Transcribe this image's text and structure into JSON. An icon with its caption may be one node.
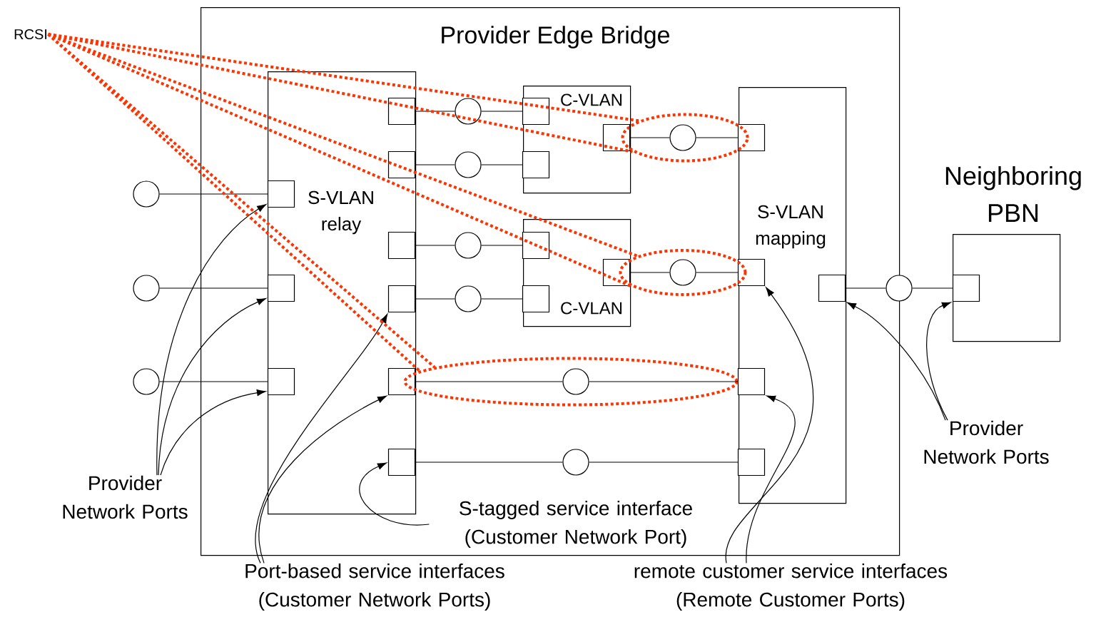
{
  "diagram": {
    "nodes": [
      {
        "text": [
          "Provider Edge Bridge"
        ]
      },
      {
        "text": [
          "S-VLAN relay"
        ],
        "in": 0
      },
      {
        "text": [
          "C-VLAN"
        ],
        "in": 0
      },
      {
        "text": [
          "C-VLAN"
        ],
        "in": 0
      },
      {
        "text": [
          "S-VLAN mapping"
        ],
        "in": 0
      },
      {
        "text": [
          "Neighboring PBN"
        ]
      },
      {
        "text": [
          "RCSI"
        ]
      },
      {
        "text": [
          "Provider Network Ports"
        ]
      },
      {
        "text": [
          "Port-based service interfaces (Customer Network Ports)"
        ]
      },
      {
        "text": [
          "S-tagged service interface (Customer Network Port)"
        ],
        "in": 0
      },
      {
        "text": [
          "remote customer service interfaces (Remote Customer Ports)"
        ]
      },
      {
        "text": [
          "Provider Network Ports"
        ]
      },
      {
        "text": [],
        "shape": "ellipse",
        "in": 0
      },
      {
        "text": [],
        "shape": "ellipse",
        "in": 0
      },
      {
        "text": [],
        "shape": "ellipse",
        "in": 0
      },
      {
        "text": [],
        "shape": "circle"
      },
      {
        "text": [],
        "shape": "circle"
      },
      {
        "text": [],
        "shape": "circle"
      },
      {
        "text": [],
        "shape": "box",
        "in": 1
      },
      {
        "text": [],
        "shape": "box",
        "in": 1
      },
      {
        "text": [],
        "shape": "box",
        "in": 1
      },
      {
        "text": [],
        "shape": "box",
        "in": 1
      },
      {
        "text": [],
        "shape": "box",
        "in": 1
      },
      {
        "text": [],
        "shape": "box",
        "in": 1
      },
      {
        "text": [],
        "shape": "box",
        "in": 1
      },
      {
        "text": [],
        "shape": "box",
        "in": 1
      },
      {
        "text": [],
        "shape": "box",
        "in": 1
      },
      {
        "text": [],
        "shape": "circle",
        "in": 0
      },
      {
        "text": [],
        "shape": "circle",
        "in": 0
      },
      {
        "text": [],
        "shape": "circle",
        "in": 0
      },
      {
        "text": [],
        "shape": "circle",
        "in": 0
      },
      {
        "text": [],
        "shape": "circle",
        "in": 14
      },
      {
        "text": [],
        "shape": "circle",
        "in": 0
      },
      {
        "text": [],
        "shape": "box",
        "in": 2
      },
      {
        "text": [],
        "shape": "box",
        "in": 2
      },
      {
        "text": [],
        "shape": "box",
        "in": 2
      },
      {
        "text": [],
        "shape": "box",
        "in": 3
      },
      {
        "text": [],
        "shape": "box",
        "in": 3
      },
      {
        "text": [],
        "shape": "box",
        "in": 3
      },
      {
        "text": [],
        "shape": "circle",
        "in": 12
      },
      {
        "text": [],
        "shape": "circle",
        "in": 13
      },
      {
        "text": [],
        "shape": "box",
        "in": 4
      },
      {
        "text": [],
        "shape": "box",
        "in": 4
      },
      {
        "text": [],
        "shape": "box",
        "in": 4
      },
      {
        "text": [],
        "shape": "box",
        "in": 4
      },
      {
        "text": [],
        "shape": "box",
        "in": 4
      },
      {
        "text": [],
        "shape": "circle"
      },
      {
        "text": [],
        "shape": "box",
        "in": 5
      }
    ],
    "edges": [
      {
        "from": 15,
        "to": 18,
        "arrow": "none"
      },
      {
        "from": 16,
        "to": 19,
        "arrow": "none"
      },
      {
        "from": 17,
        "to": 20,
        "arrow": "none"
      },
      {
        "from": 21,
        "to": 27,
        "arrow": "none"
      },
      {
        "from": 27,
        "to": 33,
        "arrow": "none"
      },
      {
        "from": 22,
        "to": 28,
        "arrow": "none"
      },
      {
        "from": 28,
        "to": 34,
        "arrow": "none"
      },
      {
        "from": 23,
        "to": 29,
        "arrow": "none"
      },
      {
        "from": 29,
        "to": 36,
        "arrow": "none"
      },
      {
        "from": 24,
        "to": 30,
        "arrow": "none"
      },
      {
        "from": 30,
        "to": 37,
        "arrow": "none"
      },
      {
        "from": 35,
        "to": 39,
        "arrow": "none"
      },
      {
        "from": 39,
        "to": 41,
        "arrow": "none"
      },
      {
        "from": 38,
        "to": 40,
        "arrow": "none"
      },
      {
        "from": 40,
        "to": 42,
        "arrow": "none"
      },
      {
        "from": 25,
        "to": 31,
        "arrow": "none"
      },
      {
        "from": 31,
        "to": 43,
        "arrow": "none"
      },
      {
        "from": 26,
        "to": 32,
        "arrow": "none"
      },
      {
        "from": 32,
        "to": 44,
        "arrow": "none"
      },
      {
        "from": 45,
        "to": 46,
        "arrow": "none"
      },
      {
        "from": 46,
        "to": 47,
        "arrow": "none"
      },
      {
        "from": 7,
        "to": 18,
        "arrow": "to"
      },
      {
        "from": 7,
        "to": 19,
        "arrow": "to"
      },
      {
        "from": 7,
        "to": 20,
        "arrow": "to"
      },
      {
        "from": 8,
        "to": 24,
        "arrow": "to"
      },
      {
        "from": 8,
        "to": 25,
        "arrow": "to"
      },
      {
        "from": 9,
        "to": 26,
        "arrow": "to"
      },
      {
        "from": 10,
        "to": 42,
        "arrow": "to"
      },
      {
        "from": 10,
        "to": 43,
        "arrow": "to"
      },
      {
        "from": 11,
        "to": 45,
        "arrow": "to"
      },
      {
        "from": 11,
        "to": 47,
        "arrow": "to"
      },
      {
        "from": 6,
        "to": 12,
        "arrow": "none",
        "style": "dashed",
        "color": "#ff3300"
      },
      {
        "from": 6,
        "to": 13,
        "arrow": "none",
        "style": "dashed",
        "color": "#ff3300"
      },
      {
        "from": 6,
        "to": 14,
        "arrow": "none",
        "style": "dashed",
        "color": "#ff3300"
      }
    ]
  }
}
